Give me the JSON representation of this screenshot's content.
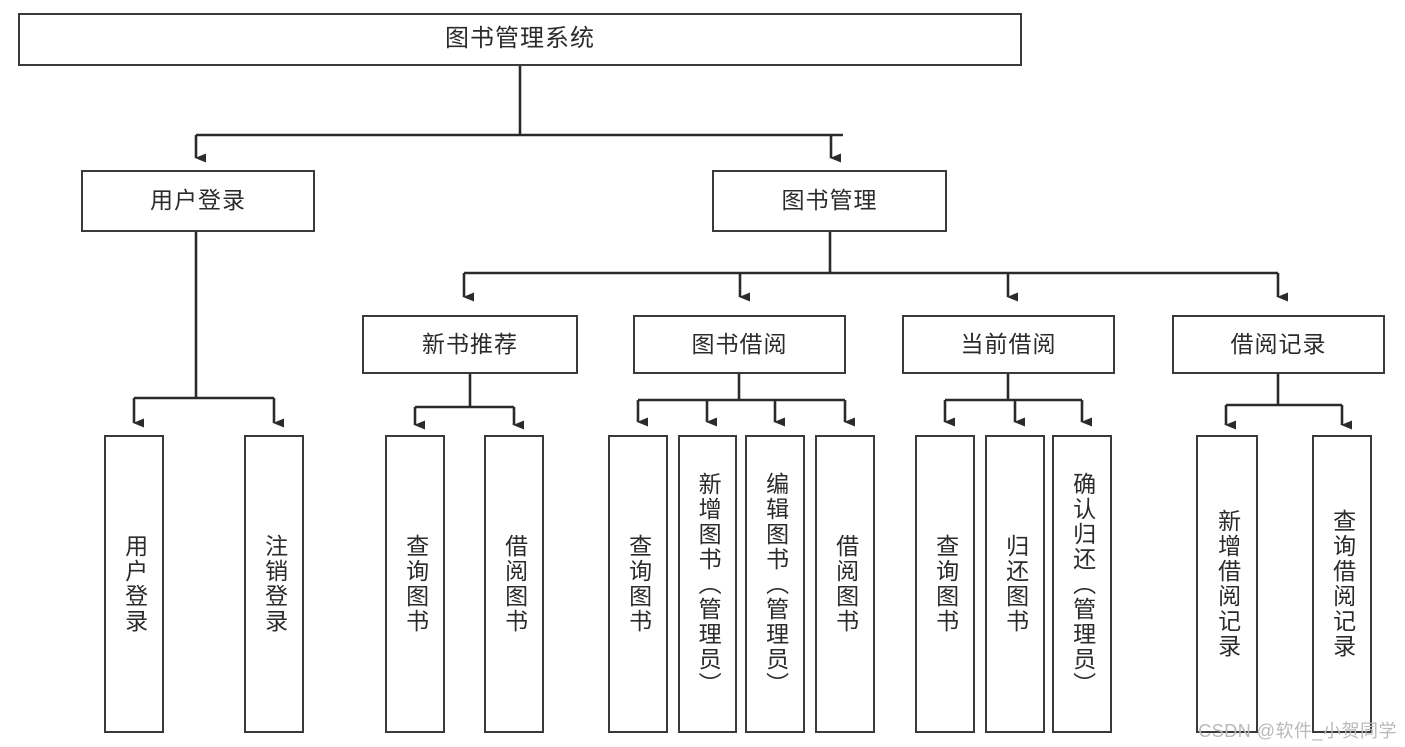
{
  "diagram": {
    "type": "tree",
    "title": "图书管理系统",
    "orientation": "top-down",
    "colors": {
      "box_border": "#3a3a3a",
      "box_fill": "#ffffff",
      "edge": "#2b2b2b",
      "text": "#2b2b2b",
      "watermark": "#b9b9b9"
    },
    "root": {
      "label": "图书管理系统"
    },
    "level2": [
      {
        "label": "用户登录"
      },
      {
        "label": "图书管理"
      }
    ],
    "level3": [
      {
        "label": "新书推荐"
      },
      {
        "label": "图书借阅"
      },
      {
        "label": "当前借阅"
      },
      {
        "label": "借阅记录"
      }
    ],
    "leaves": {
      "user_login": [
        {
          "label": "用户登录"
        },
        {
          "label": "注销登录"
        }
      ],
      "new_book_recommend": [
        {
          "label": "查询图书"
        },
        {
          "label": "借阅图书"
        }
      ],
      "book_borrow": [
        {
          "label": "查询图书"
        },
        {
          "label": "新增图书（管理员）"
        },
        {
          "label": "编辑图书（管理员）"
        },
        {
          "label": "借阅图书"
        }
      ],
      "current_borrow": [
        {
          "label": "查询图书"
        },
        {
          "label": "归还图书"
        },
        {
          "label": "确认归还（管理员）"
        }
      ],
      "borrow_record": [
        {
          "label": "新增借阅记录"
        },
        {
          "label": "查询借阅记录"
        }
      ]
    },
    "watermark": "CSDN @软件_小贺同学"
  }
}
